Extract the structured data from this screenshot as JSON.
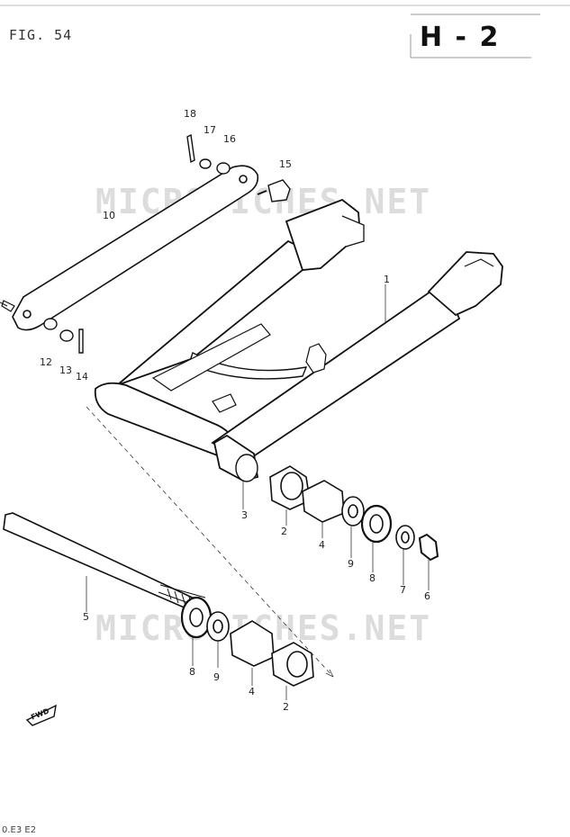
{
  "header": {
    "figure": "FIG. 54",
    "section_code": "H - 2"
  },
  "footer": {
    "code": "0.E3 E2"
  },
  "watermarks": [
    "MICROFICHES.NET",
    "MICROFICHES.NET"
  ],
  "direction_marker": "FWD",
  "part_labels": [
    "18",
    "17",
    "16",
    "15",
    "10",
    "1",
    "12",
    "13",
    "14",
    "3",
    "2",
    "4",
    "9",
    "8",
    "7",
    "6",
    "5",
    "8",
    "9",
    "4",
    "2"
  ]
}
